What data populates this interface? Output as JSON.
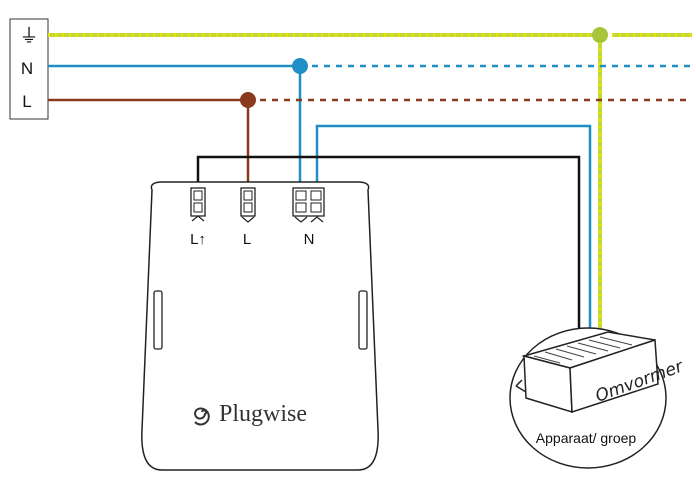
{
  "terminal_block": {
    "earth_symbol": "⏚",
    "neutral_label": "N",
    "line_label": "L"
  },
  "module": {
    "terminal_labels": {
      "switched_line": "L↑",
      "line": "L",
      "neutral": "N"
    },
    "brand": "Plugwise",
    "logo_icon": "spiral-logo-icon"
  },
  "device": {
    "side_text": "Omvormer",
    "caption": "Apparaat/ groep"
  },
  "colors": {
    "earth": "#c5d63a",
    "earth_dash": "#d9d400",
    "neutral": "#1f8fc6",
    "line": "#8a3a1e",
    "switched": "#111111",
    "outline": "#222222"
  }
}
